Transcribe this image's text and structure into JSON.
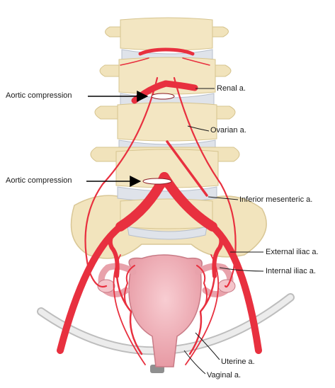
{
  "labels": {
    "aortic_compression_upper": "Aortic compression",
    "aortic_compression_lower": "Aortic compression",
    "renal": "Renal a.",
    "ovarian": "Ovarian a.",
    "inferior_mesenteric": "Inferior mesenteric a.",
    "external_iliac": "External iliac a.",
    "internal_iliac": "Internal iliac a.",
    "uterine": "Uterine a.",
    "vaginal": "Vaginal a."
  },
  "colors": {
    "artery": "#e8303f",
    "artery_dark": "#b81e2c",
    "bone": "#f3e6c2",
    "bone_shadow": "#d9c796",
    "disc": "#dfe3ea",
    "uterus": "#f2b6bd",
    "pelvic_floor": "#e6e6e6"
  }
}
